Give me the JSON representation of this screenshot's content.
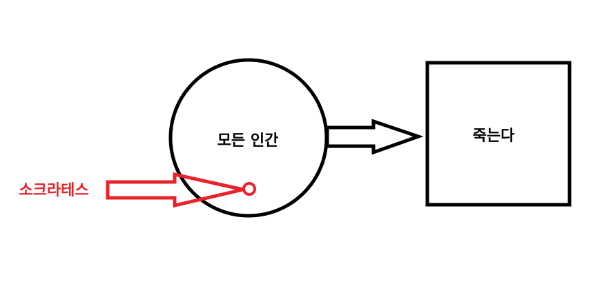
{
  "diagram": {
    "circle_label": "모든 인간",
    "box_label": "죽는다",
    "pointer_label": "소크라테스"
  },
  "colors": {
    "outline": "#000000",
    "accent": "#e8232a",
    "background": "#ffffff"
  }
}
